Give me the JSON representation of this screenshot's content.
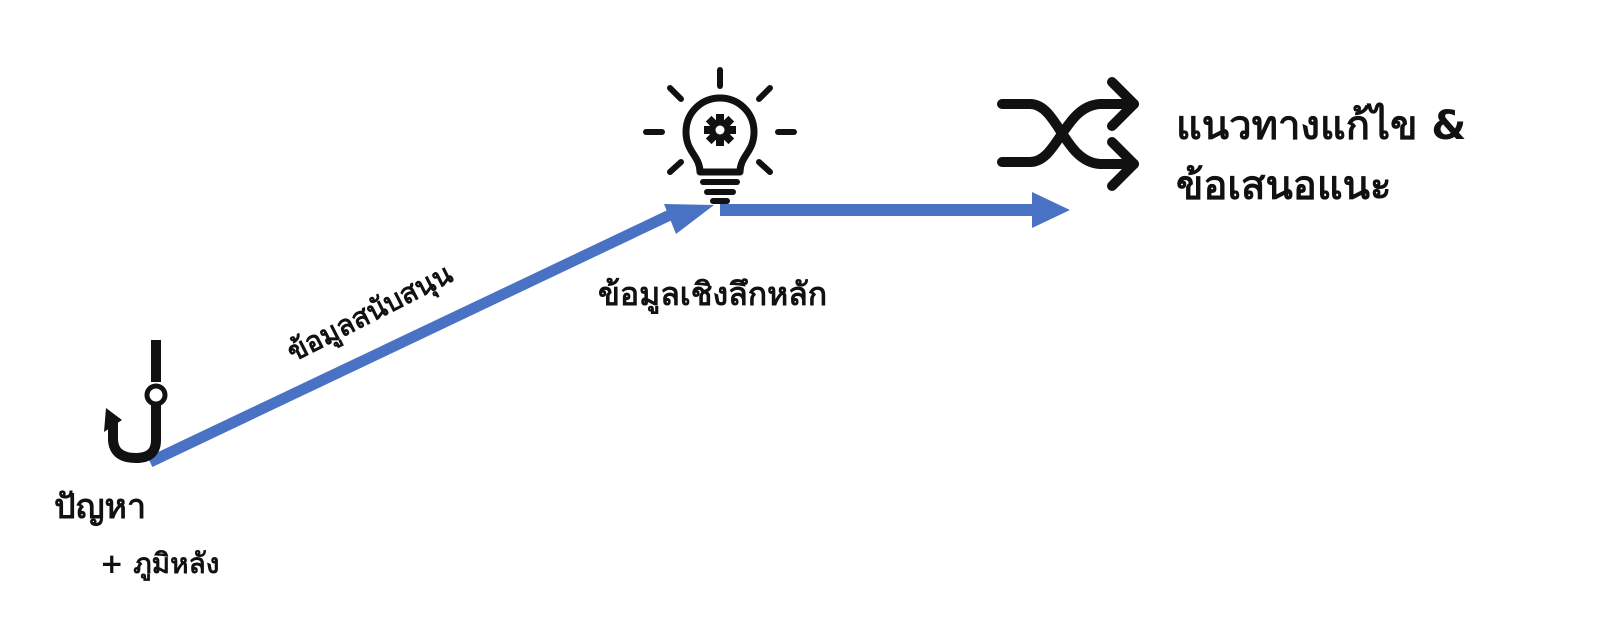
{
  "colors": {
    "arrow": "#4a72c4",
    "icon": "#111111",
    "text": "#111111",
    "background": "#ffffff"
  },
  "nodes": {
    "problem": {
      "icon": "fishing-hook-icon",
      "title": "ปัญหา",
      "subtitle": "+ ภูมิหลัง"
    },
    "insight": {
      "icon": "lightbulb-gear-icon",
      "label": "ข้อมูลเชิงลึกหลัก"
    },
    "solution": {
      "icon": "shuffle-arrows-icon",
      "line1": "แนวทางแก้ไข &",
      "line2": "ข้อเสนอแนะ"
    }
  },
  "edges": {
    "problem_to_insight": {
      "label": "ข้อมูลสนับสนุน"
    }
  }
}
